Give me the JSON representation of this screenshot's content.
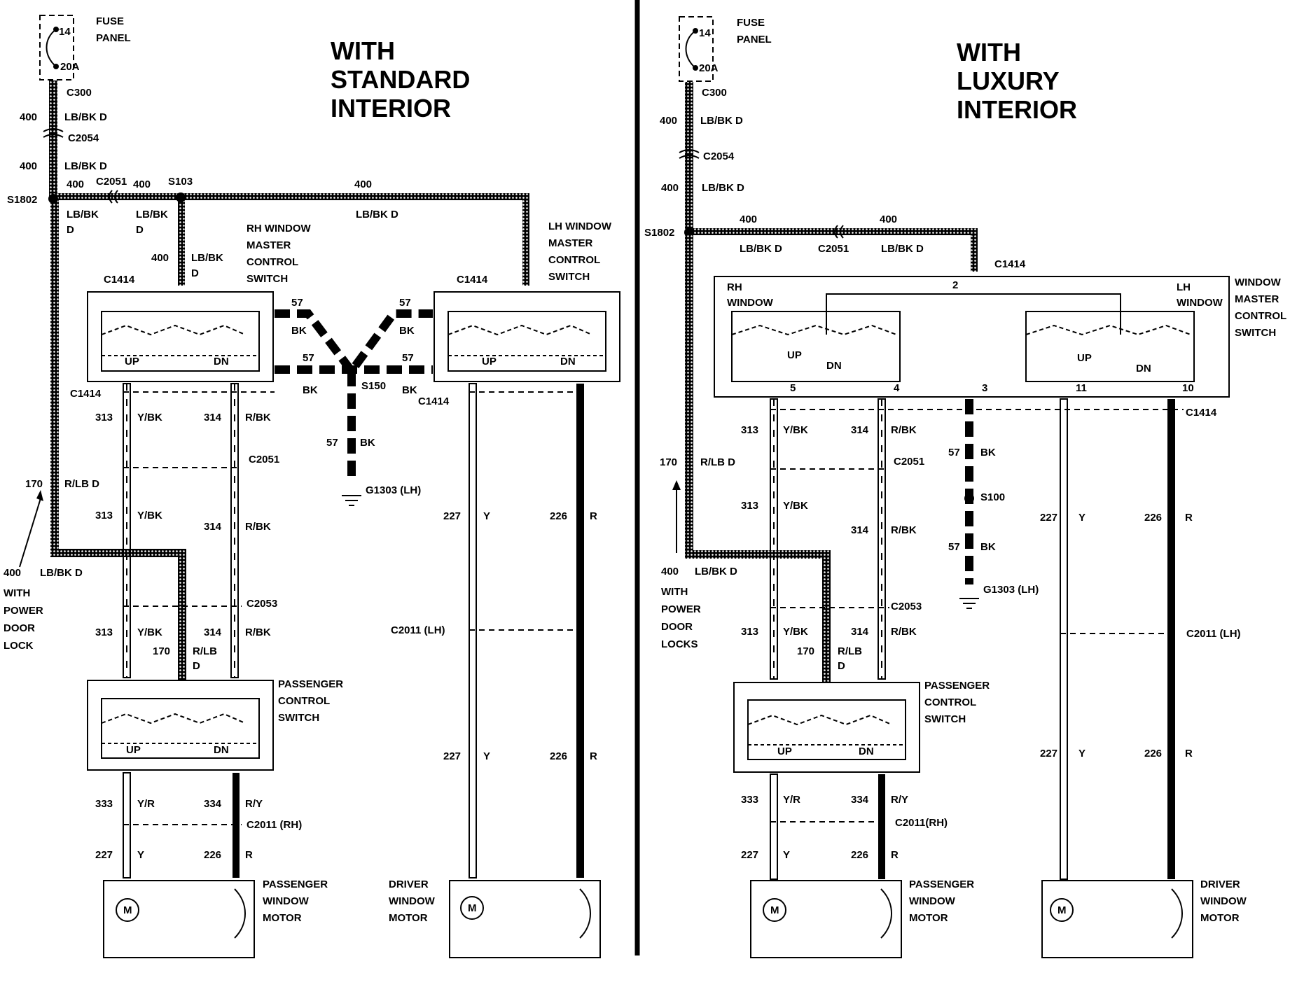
{
  "left": {
    "heading": [
      "WITH",
      "STANDARD",
      "INTERIOR"
    ],
    "fuse": {
      "num": "14",
      "rating": "20A",
      "label": [
        "FUSE",
        "PANEL"
      ]
    },
    "conn": {
      "c300": "C300",
      "c2054": "C2054",
      "c2051": "C2051",
      "c2053": "C2053",
      "c1414a": "C1414",
      "c1414b": "C1414",
      "c1414c": "C1414",
      "c1414d": "C1414",
      "c2011rh": "C2011 (RH)",
      "c2011lh": "C2011 (LH)"
    },
    "splice": {
      "s1802": "S1802",
      "s103": "S103",
      "s150": "S150"
    },
    "ground": "G1303 (LH)",
    "rh_switch": [
      "RH WINDOW",
      "MASTER",
      "CONTROL",
      "SWITCH"
    ],
    "lh_switch": [
      "LH WINDOW",
      "MASTER",
      "CONTROL",
      "SWITCH"
    ],
    "passenger_switch": [
      "PASSENGER",
      "CONTROL",
      "SWITCH"
    ],
    "passenger_motor": [
      "PASSENGER",
      "WINDOW",
      "MOTOR"
    ],
    "driver_motor": [
      "DRIVER",
      "WINDOW",
      "MOTOR"
    ],
    "power_lock_note": [
      "400",
      "LB/BK D",
      "WITH",
      "POWER",
      "DOOR",
      "LOCK"
    ],
    "up": "UP",
    "dn": "DN",
    "motor": "M",
    "wires": {
      "w400": "400",
      "lbbkd": "LB/BK D",
      "lbbk": "LB/BK",
      "d": "D",
      "w57": "57",
      "bk": "BK",
      "w313": "313",
      "ybk": "Y/BK",
      "w314": "314",
      "rbk": "R/BK",
      "w170": "170",
      "rlbd": "R/LB D",
      "rlb": "R/LB",
      "w333": "333",
      "yr": "Y/R",
      "w334": "334",
      "ry": "R/Y",
      "w227": "227",
      "y": "Y",
      "w226": "226",
      "r": "R"
    }
  },
  "right": {
    "heading": [
      "WITH",
      "LUXURY",
      "INTERIOR"
    ],
    "fuse": {
      "num": "14",
      "rating": "20A",
      "label": [
        "FUSE",
        "PANEL"
      ]
    },
    "conn": {
      "c300": "C300",
      "c2054": "C2054",
      "c2051": "C2051",
      "c2051b": "C2051",
      "c2053": "C2053",
      "c1414a": "C1414",
      "c1414b": "C1414",
      "c2011rh": "C2011(RH)",
      "c2011lh": "C2011 (LH)"
    },
    "splice": {
      "s1802": "S1802",
      "s100": "S100"
    },
    "ground": "G1303 (LH)",
    "master_switch": [
      "WINDOW",
      "MASTER",
      "CONTROL",
      "SWITCH"
    ],
    "rh_window": [
      "RH",
      "WINDOW"
    ],
    "lh_window": [
      "LH",
      "WINDOW"
    ],
    "pins": [
      "2",
      "5",
      "4",
      "3",
      "11",
      "10"
    ],
    "passenger_switch": [
      "PASSENGER",
      "CONTROL",
      "SWITCH"
    ],
    "passenger_motor": [
      "PASSENGER",
      "WINDOW",
      "MOTOR"
    ],
    "driver_motor": [
      "DRIVER",
      "WINDOW",
      "MOTOR"
    ],
    "power_lock_note": [
      "400",
      "LB/BK D",
      "WITH",
      "POWER",
      "DOOR",
      "LOCKS"
    ],
    "up": "UP",
    "dn": "DN",
    "motor": "M",
    "wires": {
      "w400": "400",
      "lbbkd": "LB/BK D",
      "w57": "57",
      "bk": "BK",
      "w313": "313",
      "ybk": "Y/BK",
      "w314": "314",
      "rbk": "R/BK",
      "w170": "170",
      "rlbd": "R/LB D",
      "rlb": "R/LB",
      "d": "D",
      "w333": "333",
      "yr": "Y/R",
      "w334": "334",
      "ry": "R/Y",
      "w227": "227",
      "y": "Y",
      "w226": "226",
      "r": "R"
    }
  }
}
